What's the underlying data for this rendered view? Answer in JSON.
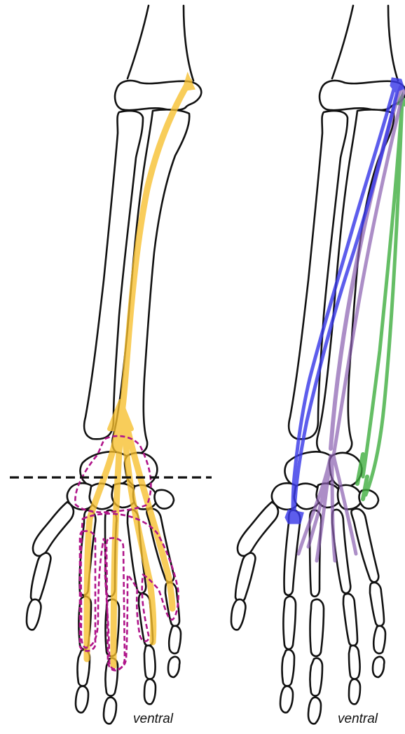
{
  "panels": [
    {
      "id": "left",
      "label": "ventral"
    },
    {
      "id": "right",
      "label": "ventral"
    }
  ],
  "colors": {
    "outline": "#111111",
    "muscle_yellow": "#f7bf2d",
    "region_dashed": "#b0158a",
    "cut_line": "#111111",
    "muscle_blue": "#3a3ae8",
    "muscle_purple": "#8a5fb0",
    "muscle_green": "#3fae3f"
  }
}
